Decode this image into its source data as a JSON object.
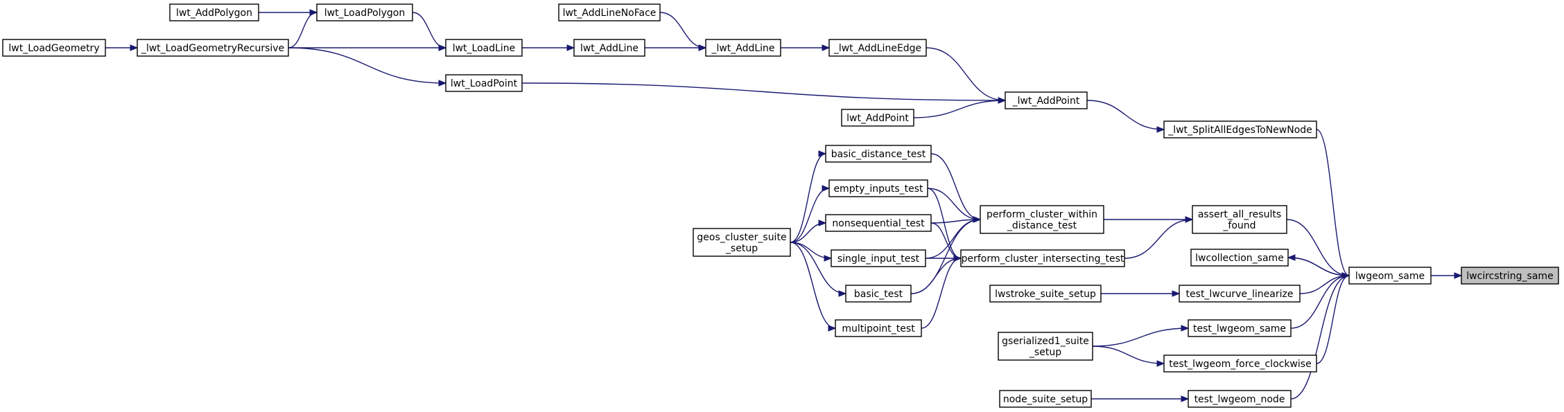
{
  "graph": {
    "colors": {
      "edge": "#191970",
      "node_border": "#000000",
      "node_fill": "#ffffff",
      "highlight_fill": "#bfbfbf"
    },
    "nodes": [
      {
        "id": "lwcircstring_same",
        "label": [
          "lwcircstring_same"
        ],
        "highlight": true
      },
      {
        "id": "lwgeom_same",
        "label": [
          "lwgeom_same"
        ]
      },
      {
        "id": "lwcollection_same",
        "label": [
          "lwcollection_same"
        ]
      },
      {
        "id": "split_edges",
        "label": [
          "_lwt_SplitAllEdgesToNewNode"
        ]
      },
      {
        "id": "assert_all",
        "label": [
          "assert_all_results",
          "_found"
        ]
      },
      {
        "id": "test_lwcurve_linearize",
        "label": [
          "test_lwcurve_linearize"
        ]
      },
      {
        "id": "test_lwgeom_same",
        "label": [
          "test_lwgeom_same"
        ]
      },
      {
        "id": "test_force_cw",
        "label": [
          "test_lwgeom_force_clockwise"
        ]
      },
      {
        "id": "test_lwgeom_node",
        "label": [
          "test_lwgeom_node"
        ]
      },
      {
        "id": "lwstroke_suite",
        "label": [
          "lwstroke_suite_setup"
        ]
      },
      {
        "id": "gserialized1_suite",
        "label": [
          "gserialized1_suite",
          "_setup"
        ]
      },
      {
        "id": "node_suite",
        "label": [
          "node_suite_setup"
        ]
      },
      {
        "id": "add_point_",
        "label": [
          "_lwt_AddPoint"
        ]
      },
      {
        "id": "add_line_edge",
        "label": [
          "_lwt_AddLineEdge"
        ]
      },
      {
        "id": "add_line_",
        "label": [
          "_lwt_AddLine"
        ]
      },
      {
        "id": "add_line_no_face",
        "label": [
          "lwt_AddLineNoFace"
        ]
      },
      {
        "id": "add_line",
        "label": [
          "lwt_AddLine"
        ]
      },
      {
        "id": "load_line",
        "label": [
          "lwt_LoadLine"
        ]
      },
      {
        "id": "load_polygon",
        "label": [
          "lwt_LoadPolygon"
        ]
      },
      {
        "id": "add_polygon",
        "label": [
          "lwt_AddPolygon"
        ]
      },
      {
        "id": "load_geom_rec",
        "label": [
          "_lwt_LoadGeometryRecursive"
        ]
      },
      {
        "id": "load_geometry",
        "label": [
          "lwt_LoadGeometry"
        ]
      },
      {
        "id": "load_point",
        "label": [
          "lwt_LoadPoint"
        ]
      },
      {
        "id": "add_point",
        "label": [
          "lwt_AddPoint"
        ]
      },
      {
        "id": "pc_within",
        "label": [
          "perform_cluster_within",
          "_distance_test"
        ]
      },
      {
        "id": "pc_intersecting",
        "label": [
          "perform_cluster_intersecting_test"
        ]
      },
      {
        "id": "basic_distance",
        "label": [
          "basic_distance_test"
        ]
      },
      {
        "id": "empty_inputs",
        "label": [
          "empty_inputs_test"
        ]
      },
      {
        "id": "nonsequential",
        "label": [
          "nonsequential_test"
        ]
      },
      {
        "id": "single_input",
        "label": [
          "single_input_test"
        ]
      },
      {
        "id": "basic_test",
        "label": [
          "basic_test"
        ]
      },
      {
        "id": "multipoint",
        "label": [
          "multipoint_test"
        ]
      },
      {
        "id": "geos_cluster",
        "label": [
          "geos_cluster_suite",
          "_setup"
        ]
      }
    ],
    "edges": [
      {
        "from": "lwgeom_same",
        "to": "lwcircstring_same"
      },
      {
        "from": "lwcollection_same",
        "to": "lwgeom_same"
      },
      {
        "from": "lwgeom_same",
        "to": "lwcollection_same"
      },
      {
        "from": "split_edges",
        "to": "lwgeom_same"
      },
      {
        "from": "assert_all",
        "to": "lwgeom_same"
      },
      {
        "from": "test_lwcurve_linearize",
        "to": "lwgeom_same"
      },
      {
        "from": "test_lwgeom_same",
        "to": "lwgeom_same"
      },
      {
        "from": "test_force_cw",
        "to": "lwgeom_same"
      },
      {
        "from": "test_lwgeom_node",
        "to": "lwgeom_same"
      },
      {
        "from": "lwstroke_suite",
        "to": "test_lwcurve_linearize"
      },
      {
        "from": "gserialized1_suite",
        "to": "test_lwgeom_same"
      },
      {
        "from": "gserialized1_suite",
        "to": "test_force_cw"
      },
      {
        "from": "node_suite",
        "to": "test_lwgeom_node"
      },
      {
        "from": "add_point_",
        "to": "split_edges"
      },
      {
        "from": "add_line_edge",
        "to": "add_point_"
      },
      {
        "from": "load_point",
        "to": "add_point_"
      },
      {
        "from": "add_point",
        "to": "add_point_"
      },
      {
        "from": "add_line_",
        "to": "add_line_edge"
      },
      {
        "from": "add_line_no_face",
        "to": "add_line_"
      },
      {
        "from": "add_line",
        "to": "add_line_"
      },
      {
        "from": "load_line",
        "to": "add_line"
      },
      {
        "from": "load_polygon",
        "to": "load_line"
      },
      {
        "from": "load_geom_rec",
        "to": "load_line"
      },
      {
        "from": "add_polygon",
        "to": "load_polygon"
      },
      {
        "from": "load_geom_rec",
        "to": "load_polygon"
      },
      {
        "from": "load_geometry",
        "to": "load_geom_rec"
      },
      {
        "from": "load_geom_rec",
        "to": "load_point"
      },
      {
        "from": "pc_within",
        "to": "assert_all"
      },
      {
        "from": "pc_intersecting",
        "to": "assert_all"
      },
      {
        "from": "basic_distance",
        "to": "pc_within"
      },
      {
        "from": "empty_inputs",
        "to": "pc_within"
      },
      {
        "from": "nonsequential",
        "to": "pc_within"
      },
      {
        "from": "single_input",
        "to": "pc_within"
      },
      {
        "from": "basic_test",
        "to": "pc_within"
      },
      {
        "from": "empty_inputs",
        "to": "pc_intersecting"
      },
      {
        "from": "nonsequential",
        "to": "pc_intersecting"
      },
      {
        "from": "single_input",
        "to": "pc_intersecting"
      },
      {
        "from": "basic_test",
        "to": "pc_intersecting"
      },
      {
        "from": "multipoint",
        "to": "pc_intersecting"
      },
      {
        "from": "geos_cluster",
        "to": "basic_distance"
      },
      {
        "from": "geos_cluster",
        "to": "empty_inputs"
      },
      {
        "from": "geos_cluster",
        "to": "nonsequential"
      },
      {
        "from": "geos_cluster",
        "to": "single_input"
      },
      {
        "from": "geos_cluster",
        "to": "basic_test"
      },
      {
        "from": "geos_cluster",
        "to": "multipoint"
      }
    ]
  }
}
